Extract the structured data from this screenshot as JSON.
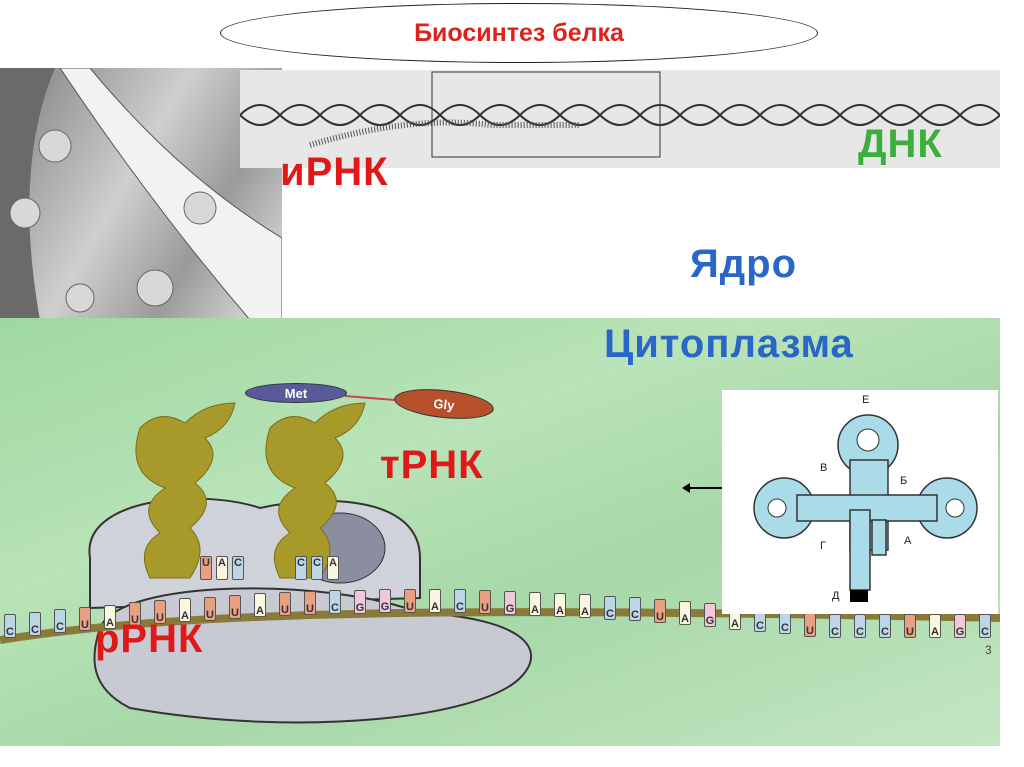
{
  "title": "Биосинтез белка",
  "labels": {
    "mrna": "иРНК",
    "dna": "ДНК",
    "nucleus": "Ядро",
    "cytoplasm": "Цитоплазма",
    "trna": "тРНК",
    "rrna": "рРНК",
    "page_number": "3"
  },
  "amino_acids": {
    "first": "Met",
    "second": "Gly"
  },
  "anticodons": [
    [
      "U",
      "A",
      "C"
    ],
    [
      "C",
      "C",
      "A"
    ]
  ],
  "mrna_bases": [
    "C",
    "C",
    "C",
    "U",
    "A",
    "U",
    "U",
    "A",
    "U",
    "U",
    "A",
    "U",
    "U",
    "C",
    "G",
    "G",
    "U",
    "A",
    "C",
    "U",
    "G",
    "A",
    "A",
    "A",
    "C",
    "C",
    "U",
    "A",
    "G",
    "A",
    "C",
    "C",
    "U",
    "C",
    "C",
    "C",
    "U",
    "A",
    "G",
    "C"
  ],
  "trna_structure": {
    "regions": {
      "a": "А",
      "b": "Б",
      "v": "В",
      "g": "Г",
      "d": "Д",
      "e": "Е"
    }
  },
  "colors": {
    "title": "#e0201a",
    "red_label": "#e01818",
    "green_label": "#3cae3c",
    "blue_label": "#2a66c8",
    "trna_fill": "#a9dbe8",
    "met": "#5a5a9a",
    "gly": "#b5502a"
  }
}
